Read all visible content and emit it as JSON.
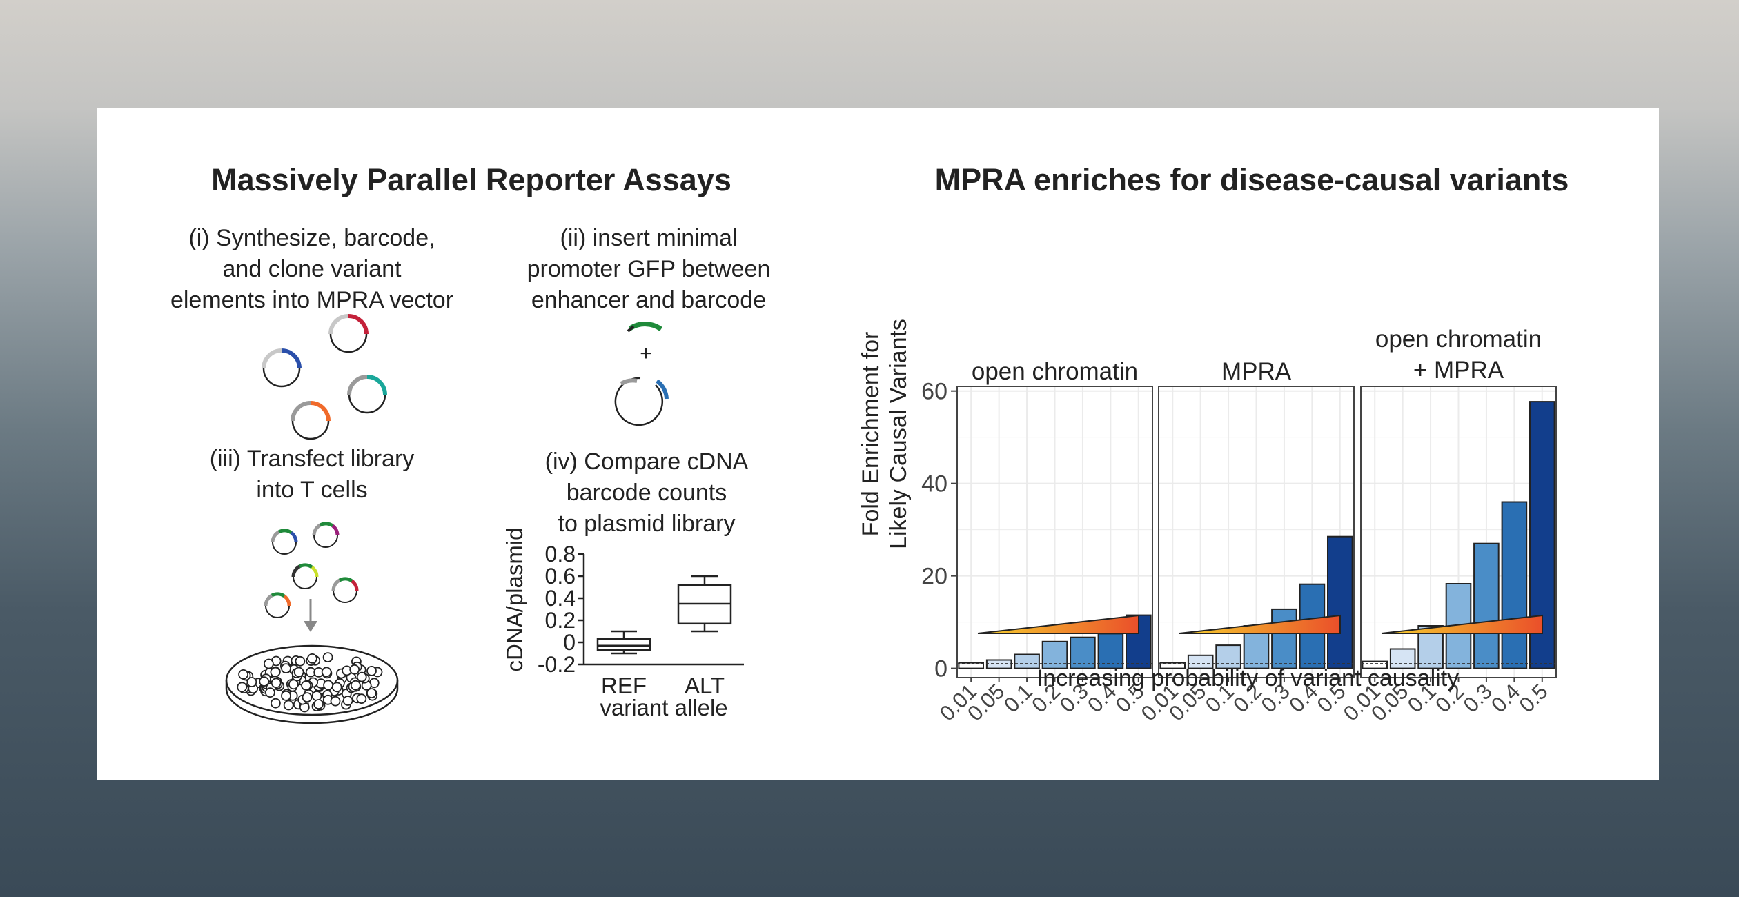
{
  "left": {
    "title": "Massively Parallel Reporter Assays",
    "step1": [
      "(i) Synthesize, barcode,",
      "and clone variant",
      "elements into MPRA vector"
    ],
    "step2": [
      "(ii) insert minimal",
      "promoter GFP between",
      "enhancer and barcode"
    ],
    "plus": "+",
    "step3": [
      "(iii) Transfect library",
      "into T cells"
    ],
    "step4": [
      "(iv) Compare cDNA",
      "barcode counts",
      "to plasmid library"
    ],
    "boxplot": {
      "ylabel": "cDNA/plasmid",
      "yticks": [
        "0.8",
        "0.6",
        "0.4",
        "0.2",
        "0",
        "-0.2"
      ],
      "ylim": [
        -0.2,
        0.8
      ],
      "categories": [
        "REF",
        "ALT"
      ],
      "xlabel": "variant allele",
      "boxes": [
        {
          "name": "REF",
          "min": -0.1,
          "q1": -0.07,
          "median": -0.03,
          "q3": 0.03,
          "max": 0.1
        },
        {
          "name": "ALT",
          "min": 0.1,
          "q1": 0.17,
          "median": 0.35,
          "q3": 0.52,
          "max": 0.6
        }
      ]
    },
    "colors": {
      "blue": "#2a4faa",
      "red": "#c4213a",
      "orange": "#f06a2a",
      "teal": "#1aa79a",
      "green": "#1f8a3a",
      "purple": "#9a1f7a",
      "lime": "#c9e02a",
      "gray": "#9a9a9a"
    }
  },
  "right": {
    "title": "MPRA enriches for disease-causal variants",
    "ylabel_lines": [
      "Fold Enrichment for",
      "Likely Causal Variants"
    ],
    "xlabel": "Increasing probability of variant causality",
    "yticks": [
      "0",
      "20",
      "40",
      "60"
    ]
  },
  "chart_data": {
    "type": "bar",
    "categories": [
      "0.01",
      "0.05",
      "0.1",
      "0.2",
      "0.3",
      "0.4",
      "0.5"
    ],
    "ylim": [
      -2,
      61
    ],
    "ylabel": "Fold Enrichment for Likely Causal Variants",
    "xlabel": "Increasing probability of variant causality",
    "reference_line": 1,
    "bar_colors": [
      "#ffffff",
      "#d6e4f4",
      "#b4cfe9",
      "#83b3dc",
      "#4a8dc7",
      "#2a6fb3",
      "#123e8c"
    ],
    "facets": [
      {
        "title_lines": [
          "open chromatin"
        ],
        "values": [
          1.2,
          1.8,
          3.0,
          5.8,
          6.7,
          7.5,
          11.5
        ]
      },
      {
        "title_lines": [
          "MPRA"
        ],
        "values": [
          1.2,
          2.8,
          5.0,
          9.2,
          12.8,
          18.2,
          28.5
        ]
      },
      {
        "title_lines": [
          "open chromatin",
          "+ MPRA"
        ],
        "values": [
          1.5,
          4.2,
          9.2,
          18.3,
          27.0,
          36.0,
          57.7
        ]
      }
    ]
  }
}
